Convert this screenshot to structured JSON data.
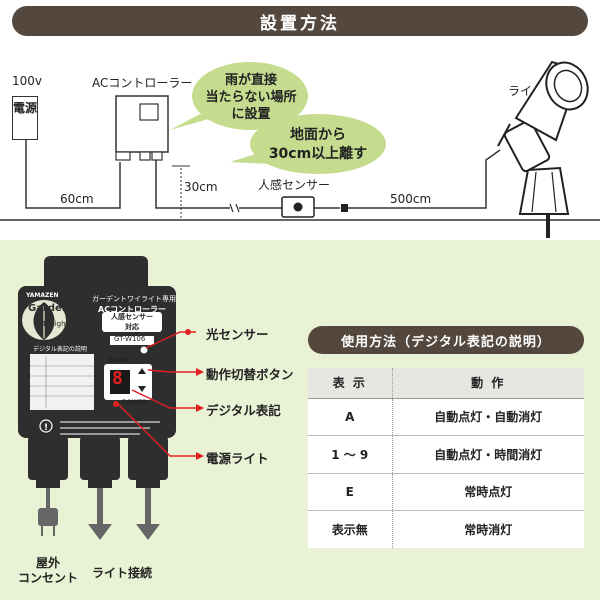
{
  "header": {
    "title": "設置方法"
  },
  "wiring": {
    "voltage": "100v",
    "power_source": "電源",
    "controller_label": "ACコントローラー",
    "light_label": "ライト",
    "length_left": "60cm",
    "height_label": "30cm",
    "sensor_label": "人感センサー",
    "length_right": "500cm"
  },
  "notes": {
    "rain": [
      "雨が直接",
      "当たらない場所",
      "に設置"
    ],
    "ground": [
      "地面から",
      "30cm以上離す"
    ]
  },
  "device": {
    "brand": "YAMAZEN",
    "subtitle": "ガーデントワイライト専用",
    "controller_name": "ACコントローラー",
    "logo_line1": "Garden",
    "logo_line2": "Twilight",
    "sensor_badge": [
      "人感センサー",
      "対応"
    ],
    "model": "GT-W106",
    "display_heading": "デジタル表記の説明",
    "mode_label": "MODE",
    "power_label": "POWER",
    "digit": "8"
  },
  "callouts": {
    "light_sensor": "光センサー",
    "mode_button": "動作切替ボタン",
    "digital_display": "デジタル表記",
    "power_light": "電源ライト"
  },
  "bottom": {
    "outlet": [
      "屋外",
      "コンセント"
    ],
    "light_connect": "ライト接続"
  },
  "usage": {
    "title": "使用方法（デジタル表記の説明）",
    "headers": [
      "表 示",
      "動 作"
    ],
    "rows": [
      [
        "A",
        "自動点灯・自動消灯"
      ],
      [
        "1 ～ 9",
        "自動点灯・時間消灯"
      ],
      [
        "E",
        "常時点灯"
      ],
      [
        "表示無",
        "常時消灯"
      ]
    ]
  },
  "colors": {
    "banner": "#54483e",
    "bubble": "#c5dc8f",
    "lower_bg": "#eaf2d6",
    "device_body": "#2e2e2e",
    "display_red": "#e02020"
  }
}
